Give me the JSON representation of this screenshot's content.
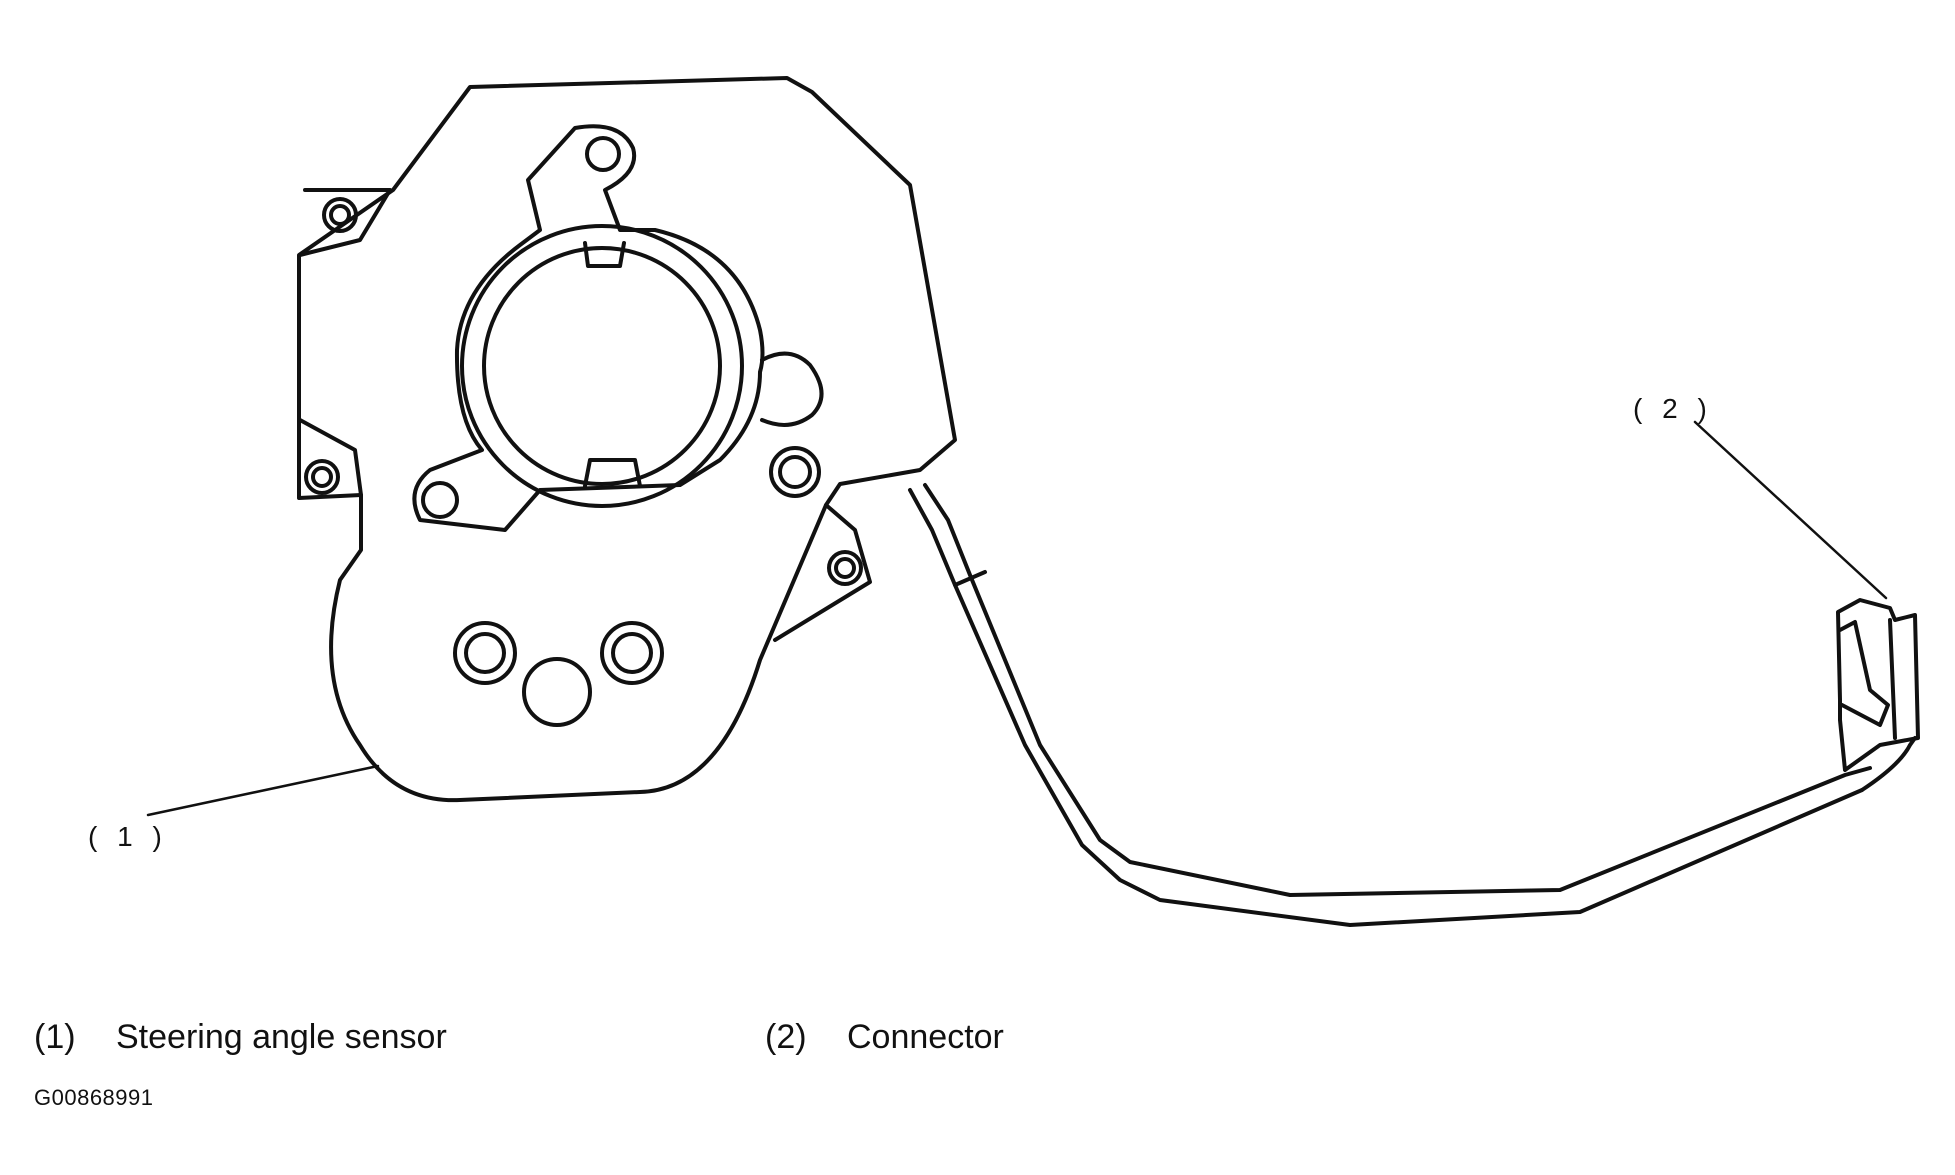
{
  "callouts": {
    "sensor": "( 1 )",
    "connector": "( 2 )"
  },
  "legend": [
    {
      "number": "(1)",
      "text": "Steering angle sensor"
    },
    {
      "number": "(2)",
      "text": "Connector"
    }
  ],
  "figure_id": "G00868991",
  "colors": {
    "line": "#111111",
    "background": "#ffffff"
  }
}
